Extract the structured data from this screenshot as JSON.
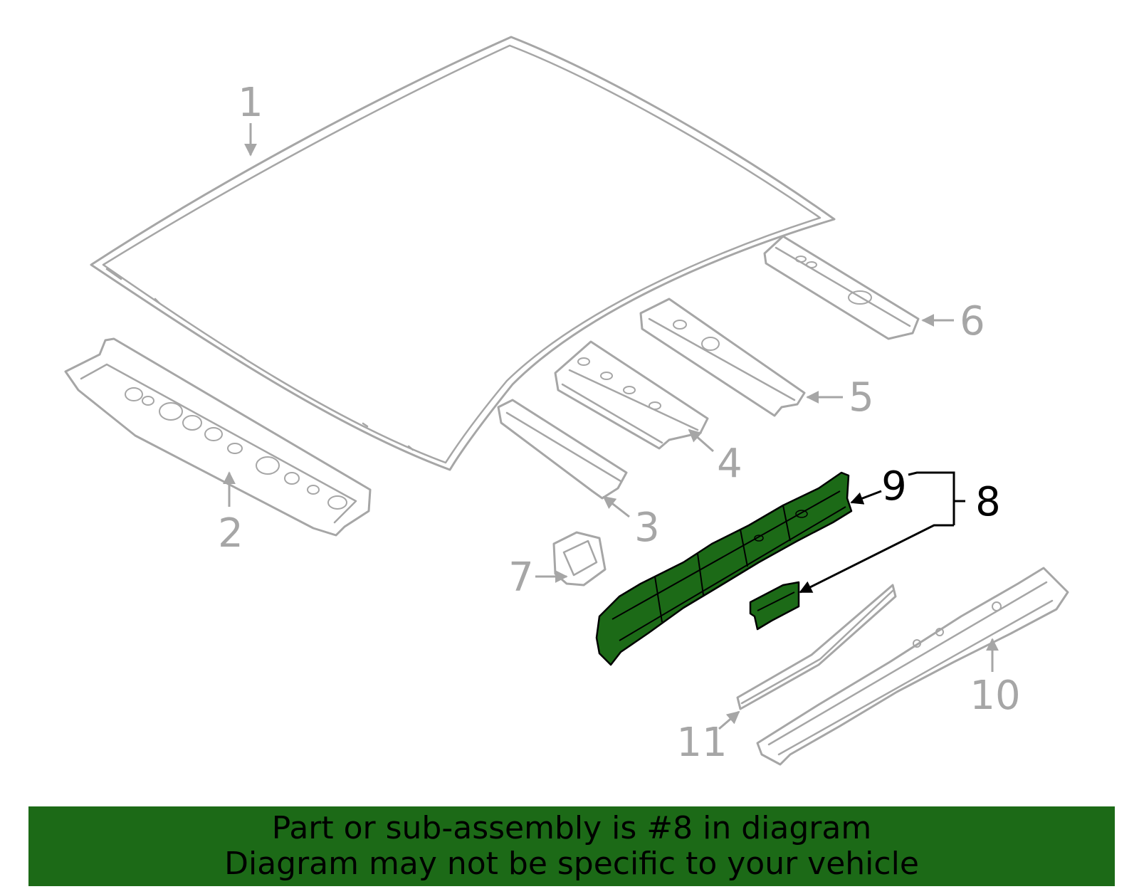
{
  "diagram": {
    "callouts": [
      {
        "id": "1",
        "highlighted": false
      },
      {
        "id": "2",
        "highlighted": false
      },
      {
        "id": "3",
        "highlighted": false
      },
      {
        "id": "4",
        "highlighted": false
      },
      {
        "id": "5",
        "highlighted": false
      },
      {
        "id": "6",
        "highlighted": false
      },
      {
        "id": "7",
        "highlighted": false
      },
      {
        "id": "8",
        "highlighted": true
      },
      {
        "id": "9",
        "highlighted": true
      },
      {
        "id": "10",
        "highlighted": false
      },
      {
        "id": "11",
        "highlighted": false
      }
    ],
    "colors": {
      "outline": "#a6a6a6",
      "highlight_fill": "#1c6a17",
      "highlight_label": "#000000",
      "background": "#ffffff"
    }
  },
  "banner": {
    "line1": "Part or sub-assembly is #8 in diagram",
    "line2": "Diagram may not be specific to your vehicle",
    "background": "#1c6a17"
  }
}
